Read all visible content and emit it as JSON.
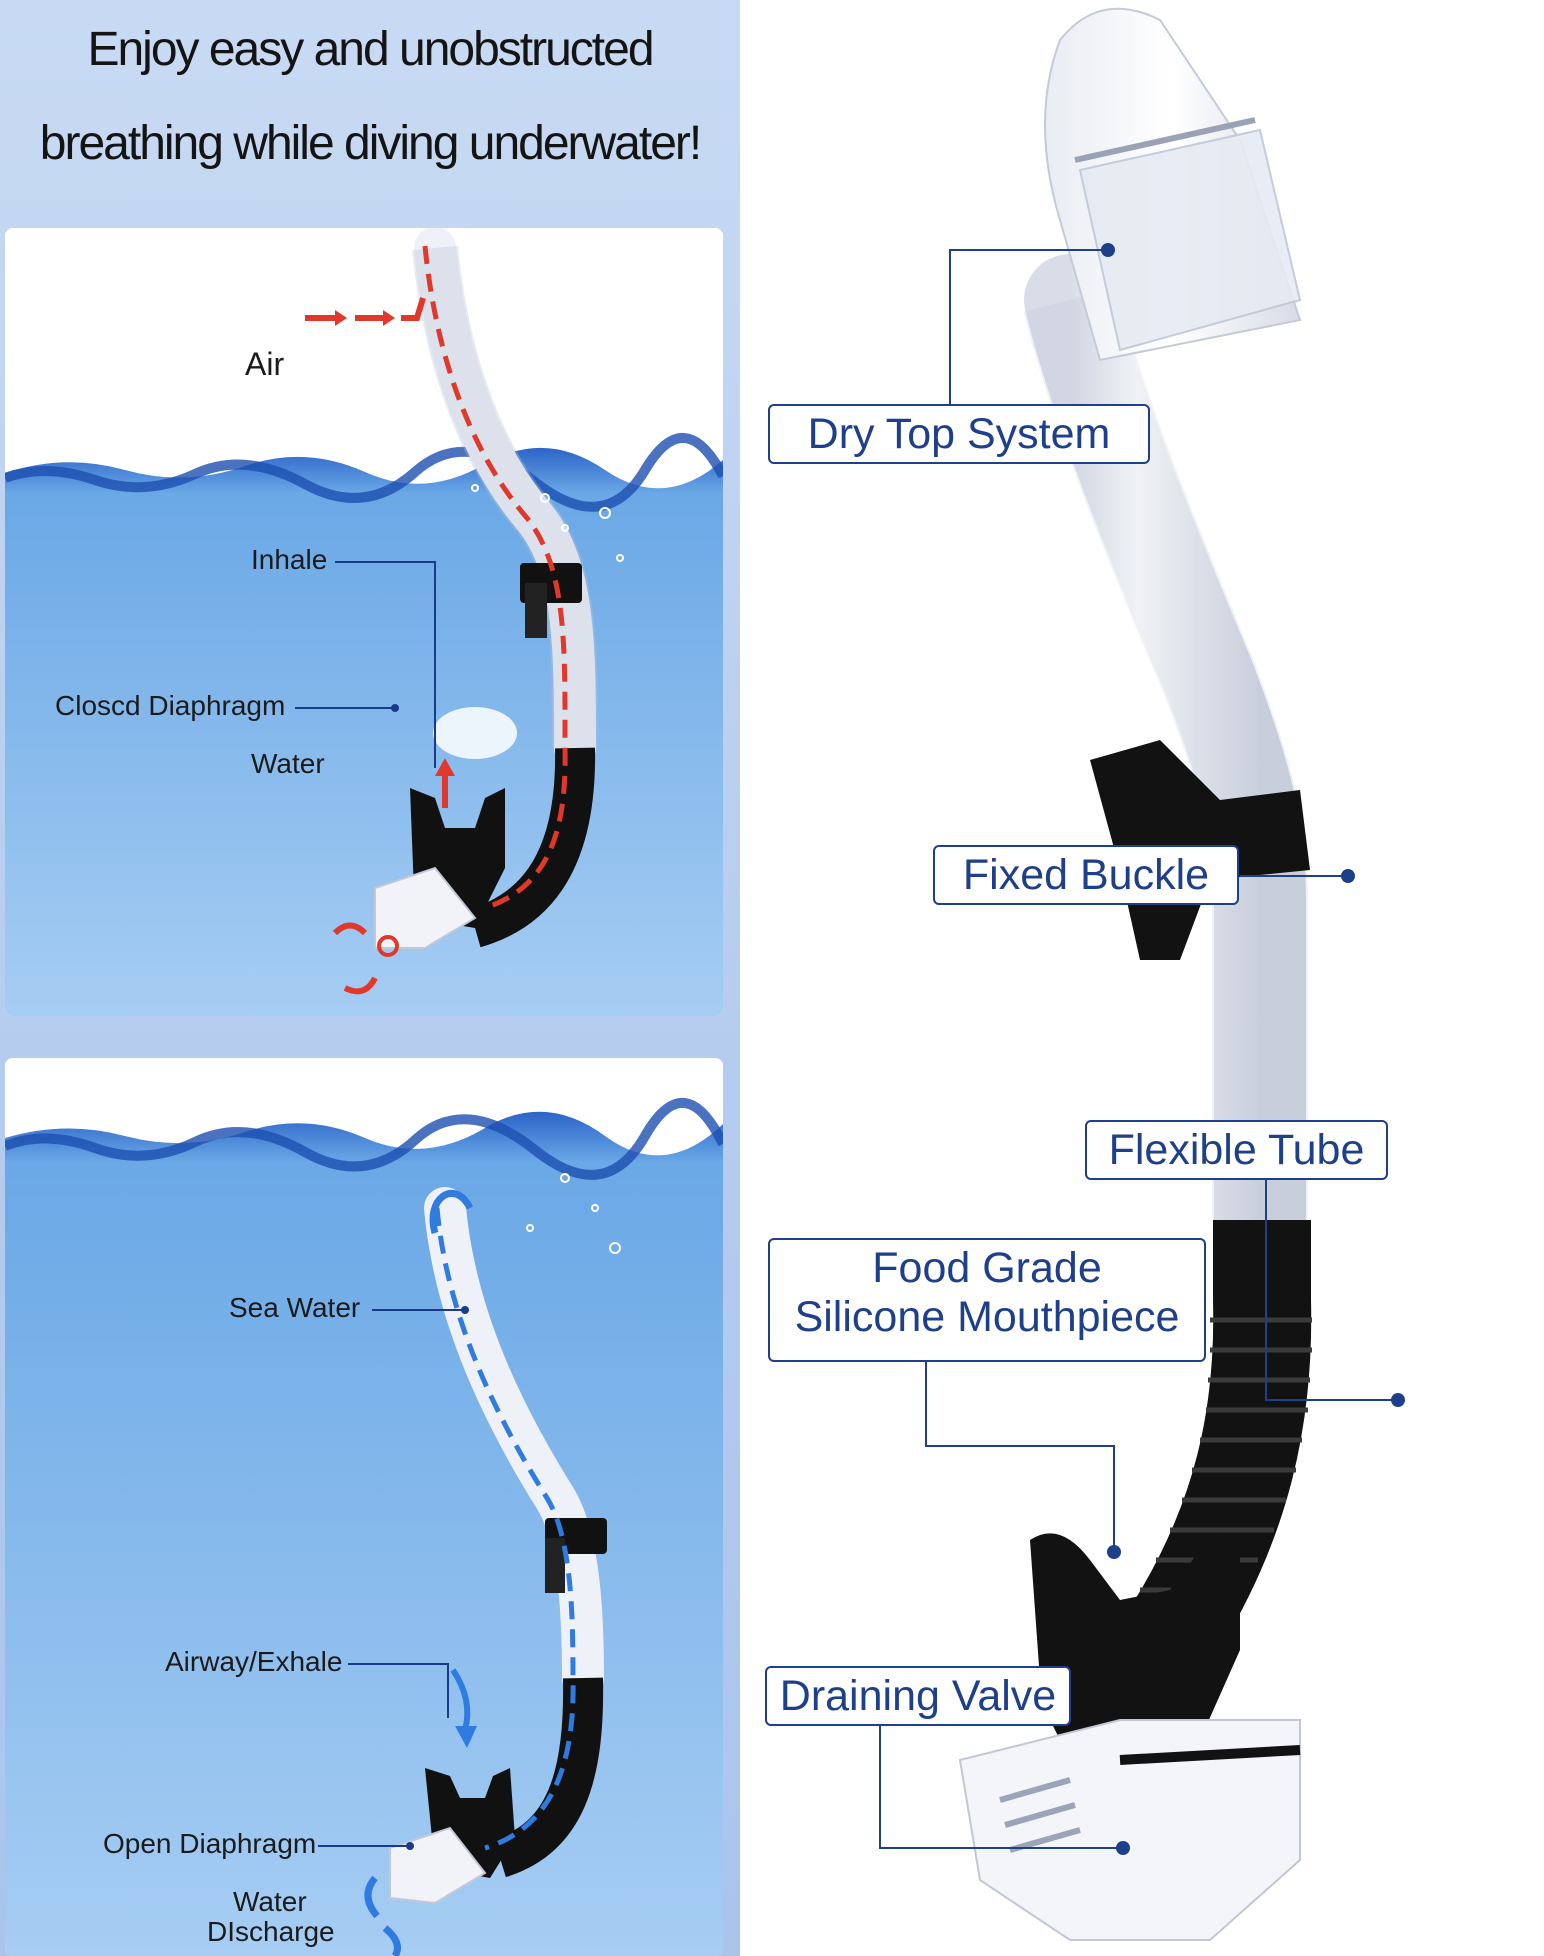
{
  "headline": {
    "line1": "Enjoy easy and unobstructed",
    "line2": "breathing while diving underwater!"
  },
  "panel_top": {
    "labels": {
      "air": "Air",
      "inhale": "Inhale",
      "closed_diaphragm": "Closcd Diaphragm",
      "water": "Water"
    },
    "flow_color": "#e0392b"
  },
  "panel_bottom": {
    "labels": {
      "sea_water": "Sea Water",
      "airway_exhale": "Airway/Exhale",
      "open_diaphragm": "Open Diaphragm",
      "water_discharge_1": "Water",
      "water_discharge_2": "DIscharge"
    },
    "flow_color": "#2f7be0"
  },
  "callouts": {
    "dry_top": "Dry Top System",
    "fixed_buckle": "Fixed Buckle",
    "flexible_tube": "Flexible Tube",
    "mouthpiece_1": "Food Grade",
    "mouthpiece_2": "Silicone Mouthpiece",
    "draining_valve": "Draining Valve"
  },
  "colors": {
    "callout_border": "#1e3f8a",
    "callout_text": "#1e3f8a",
    "water": "#6aa8e6",
    "tube_white": "#f4f6fb",
    "tube_black": "#111111"
  }
}
